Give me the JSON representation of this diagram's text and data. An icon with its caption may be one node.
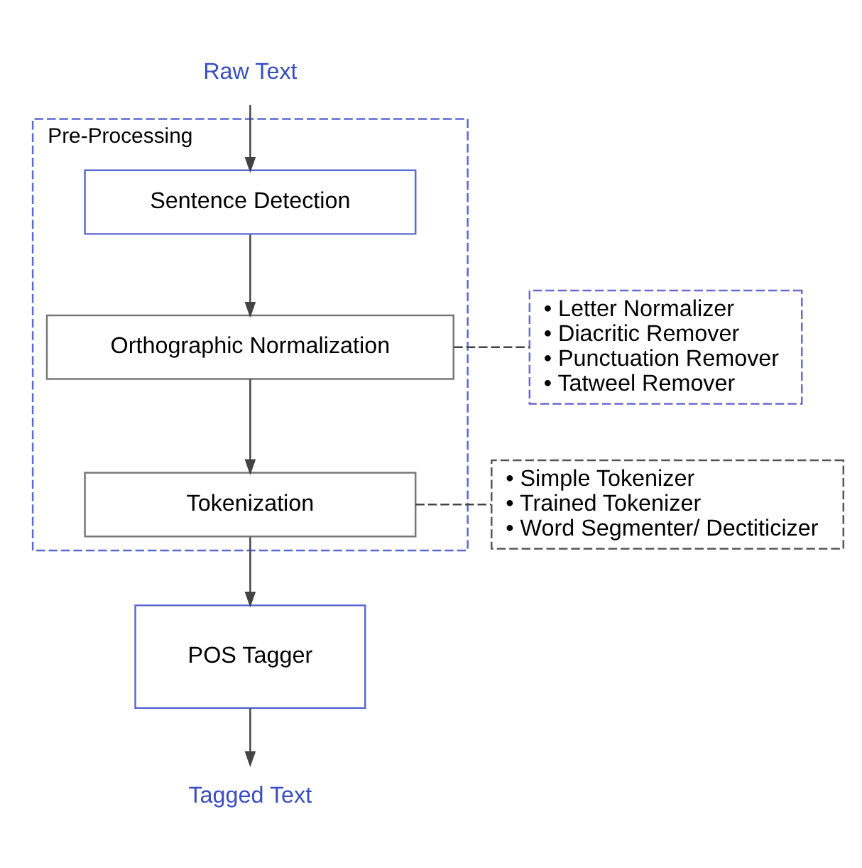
{
  "diagram": {
    "nodes": [
      {
        "text": [
          "Raw Text"
        ]
      },
      {
        "text": [
          "Pre-Processing"
        ]
      },
      {
        "text": [
          "Sentence Detection"
        ],
        "in": 1
      },
      {
        "text": [
          "Orthographic Normalization"
        ],
        "in": 1
      },
      {
        "text": [
          "Tokenization"
        ],
        "in": 1
      },
      {
        "text": [
          "• Letter Normalizer",
          "• Diacritic Remover",
          "• Punctuation Remover",
          "• Tatweel Remover"
        ]
      },
      {
        "text": [
          "• Simple Tokenizer",
          "• Trained Tokenizer",
          "• Word Segmenter/ Dectiticizer"
        ]
      },
      {
        "text": [
          "POS Tagger"
        ]
      },
      {
        "text": [
          "Tagged Text"
        ]
      }
    ],
    "edges": [
      {
        "from": 0,
        "to": 2,
        "arrow": "to"
      },
      {
        "from": 2,
        "to": 3,
        "arrow": "to"
      },
      {
        "from": 3,
        "to": 4,
        "arrow": "to"
      },
      {
        "from": 3,
        "to": 5,
        "arrow": "none",
        "style": "dashed"
      },
      {
        "from": 4,
        "to": 6,
        "arrow": "none",
        "style": "dashed"
      },
      {
        "from": 4,
        "to": 7,
        "arrow": "to"
      },
      {
        "from": 7,
        "to": 8,
        "arrow": "to"
      }
    ]
  }
}
